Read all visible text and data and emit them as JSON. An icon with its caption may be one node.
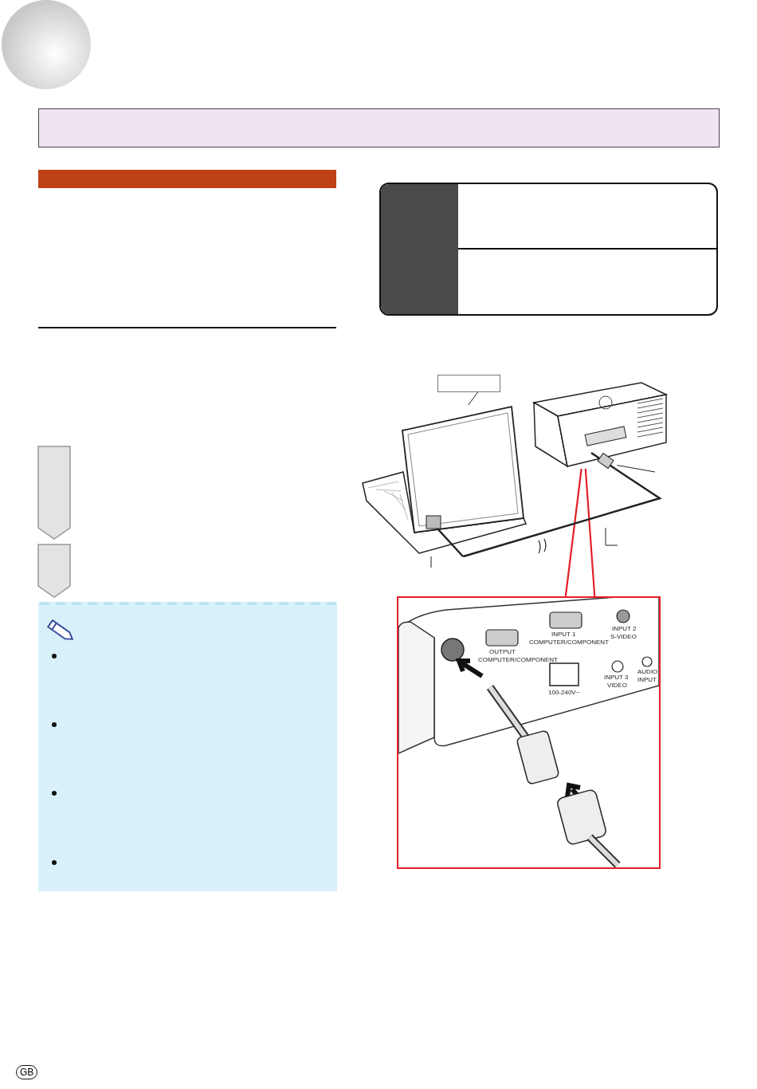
{
  "diagram": {
    "nodes": [
      {
        "text": [],
        "shape": "box"
      },
      {
        "text": [],
        "shape": "bar"
      },
      {
        "text": [],
        "shape": "box"
      },
      {
        "text": [],
        "shape": "box"
      },
      {
        "text": [],
        "shape": "picture"
      },
      {
        "text": [],
        "shape": "picture"
      },
      {
        "text": [],
        "shape": "box"
      },
      {
        "text": [],
        "shape": "box"
      },
      {
        "text": [],
        "shape": "box"
      },
      {
        "text": [],
        "shape": "picture"
      }
    ],
    "edges": [
      {
        "from": 3,
        "to": 4,
        "arrow": "none",
        "color": "#222222"
      },
      {
        "from": 5,
        "to": 9,
        "arrow": "none",
        "color": "#e3202a"
      },
      {
        "from": 5,
        "to": 9,
        "arrow": "none",
        "color": "#e3202a"
      },
      {
        "from": 4,
        "to": 5,
        "arrow": "none",
        "color": "#222222"
      },
      {
        "from": 4,
        "to": null,
        "arrow": "none",
        "color": "#222222"
      },
      {
        "from": 5,
        "to": null,
        "arrow": "none",
        "color": "#222222"
      }
    ],
    "labels": [
      "OUTPUT",
      "COMPUTER/COMPONENT",
      "INPUT 1",
      "COMPUTER/COMPONENT",
      "INPUT 2",
      "S-VIDEO",
      "INPUT 3",
      "VIDEO",
      "AUDIO",
      "INPUT",
      "100-240V~",
      "GB"
    ]
  }
}
